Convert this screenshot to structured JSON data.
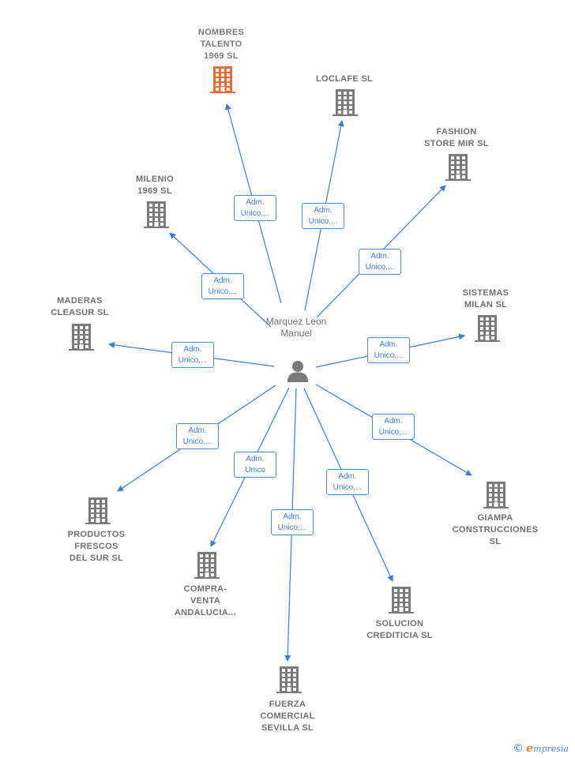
{
  "colors": {
    "edge": "#3a7bd5",
    "building": "#7a7a7a",
    "highlight": "#f06a35",
    "person": "#7a7a7a"
  },
  "center": {
    "name": "Marquez\nLeon\nManuel",
    "icon": "person-icon"
  },
  "companies": [
    {
      "id": "nombres-talento",
      "name": "NOMBRES\nTALENTO\n1969  SL",
      "highlight": true,
      "edge": "Adm.\nUnico,..."
    },
    {
      "id": "loclafe",
      "name": "LOCLAFE  SL",
      "highlight": false,
      "edge": "Adm.\nUnico,..."
    },
    {
      "id": "fashion-store-mir",
      "name": "FASHION\nSTORE MIR  SL",
      "highlight": false,
      "edge": "Adm.\nUnico,..."
    },
    {
      "id": "milenio-1969",
      "name": "MILENIO\n1969  SL",
      "highlight": false,
      "edge": "Adm.\nUnico,..."
    },
    {
      "id": "sistemas-milan",
      "name": "SISTEMAS\nMILAN  SL",
      "highlight": false,
      "edge": "Adm.\nUnico,..."
    },
    {
      "id": "maderas-cleasur",
      "name": "MADERAS\nCLEASUR  SL",
      "highlight": false,
      "edge": "Adm.\nUnico,..."
    },
    {
      "id": "giampa-construcciones",
      "name": "GIAMPA\nCONSTRUCCIONES\nSL",
      "highlight": false,
      "edge": "Adm.\nUnico,..."
    },
    {
      "id": "productos-frescos",
      "name": "PRODUCTOS\nFRESCOS\nDEL SUR  SL",
      "highlight": false,
      "edge": "Adm.\nUnico,..."
    },
    {
      "id": "compra-venta",
      "name": "COMPRA-\nVENTA\nANDALUCIA...",
      "highlight": false,
      "edge": "Adm.\nUnico"
    },
    {
      "id": "solucion-crediticia",
      "name": "SOLUCION\nCREDITICIA  SL",
      "highlight": false,
      "edge": "Adm.\nUnico,..."
    },
    {
      "id": "fuerza-comercial",
      "name": "FUERZA\nCOMERCIAL\nSEVILLA  SL",
      "highlight": false,
      "edge": "Adm.\nUnico,..."
    }
  ],
  "footer": {
    "copyright": "©",
    "brand_initial": "e",
    "brand_rest": "mpresia"
  }
}
